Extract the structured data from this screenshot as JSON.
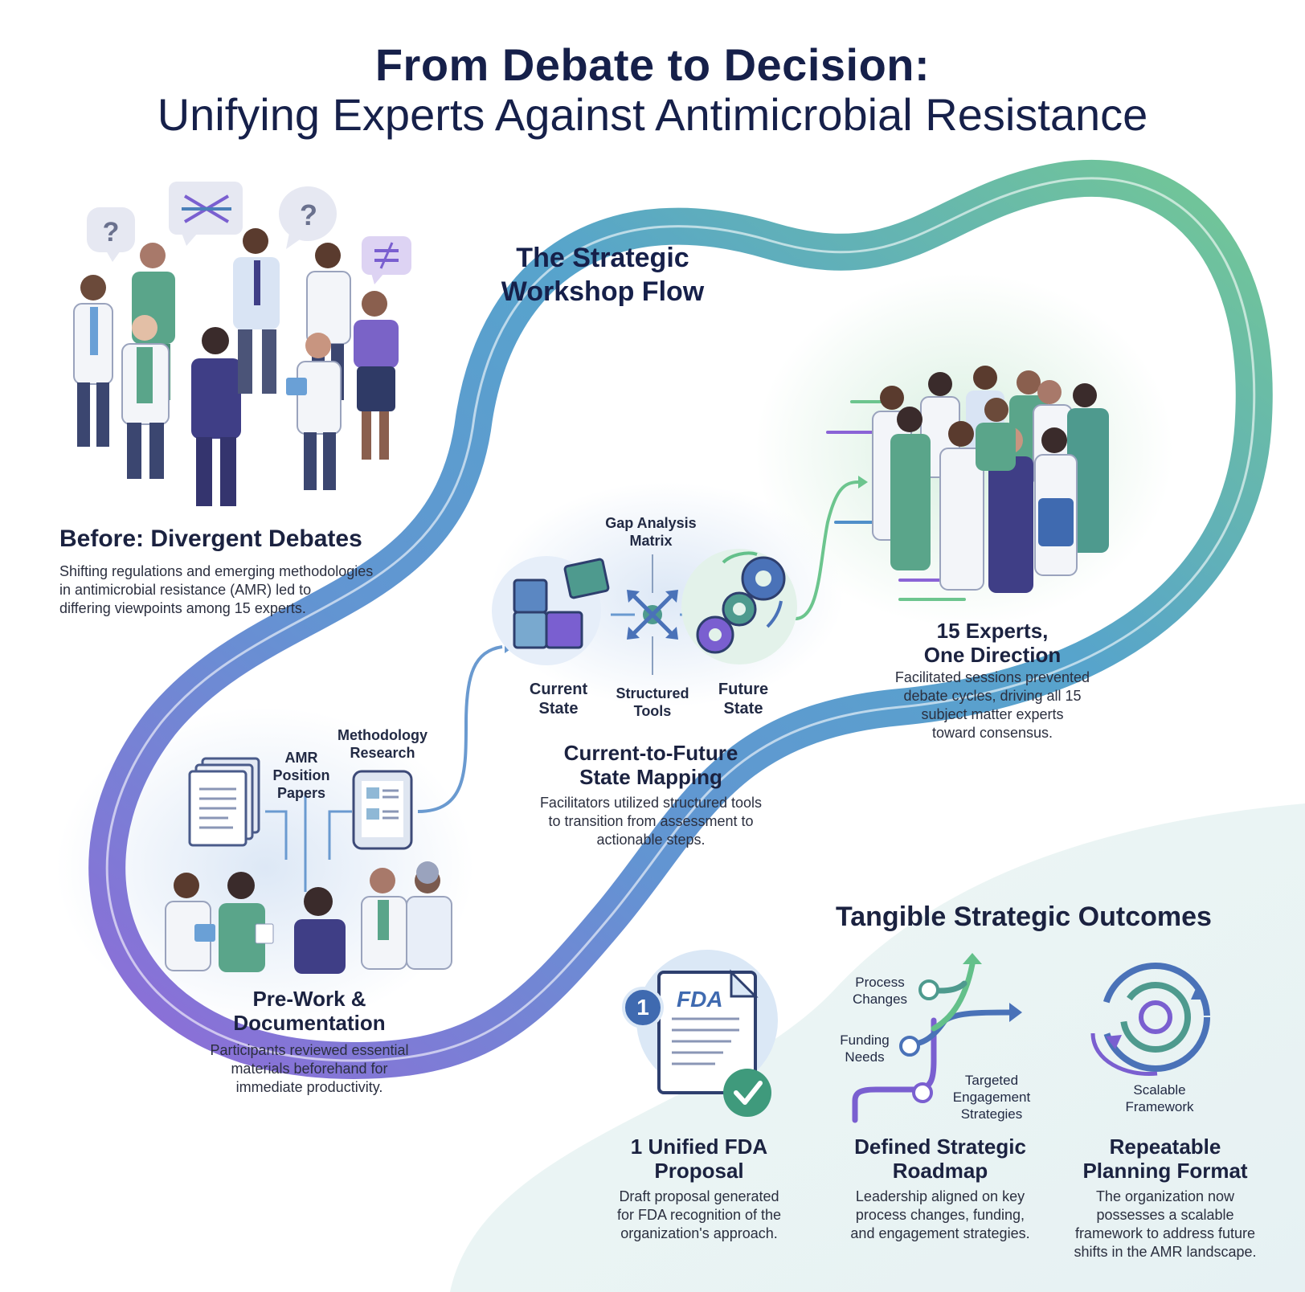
{
  "title": {
    "line1": "From Debate to Decision:",
    "line2": "Unifying Experts Against Antimicrobial Resistance"
  },
  "flow_label": {
    "line1": "The Strategic",
    "line2": "Workshop Flow"
  },
  "before": {
    "heading": "Before: Divergent Debates",
    "line1": "Shifting regulations and emerging methodologies",
    "line2": "in antimicrobial resistance (AMR) led to",
    "line3": "differing viewpoints among 15 experts.",
    "bubbles": [
      "?",
      "?",
      "≠"
    ]
  },
  "prework": {
    "label_papers_1": "AMR",
    "label_papers_2": "Position",
    "label_papers_3": "Papers",
    "label_research_1": "Methodology",
    "label_research_2": "Research",
    "heading_1": "Pre-Work &",
    "heading_2": "Documentation",
    "line1": "Participants reviewed essential",
    "line2": "materials beforehand for",
    "line3": "immediate productivity."
  },
  "mapping": {
    "gap_1": "Gap Analysis",
    "gap_2": "Matrix",
    "current_1": "Current",
    "current_2": "State",
    "tools_1": "Structured",
    "tools_2": "Tools",
    "future_1": "Future",
    "future_2": "State",
    "heading_1": "Current-to-Future",
    "heading_2": "State Mapping",
    "line1": "Facilitators utilized structured tools",
    "line2": "to transition from assessment to",
    "line3": "actionable steps."
  },
  "experts": {
    "heading_1": "15 Experts,",
    "heading_2": "One Direction",
    "line1": "Facilitated sessions prevented",
    "line2": "debate cycles, driving all 15",
    "line3": "subject matter experts",
    "line4": "toward consensus."
  },
  "outcomes": {
    "heading": "Tangible Strategic Outcomes",
    "fda": {
      "badge": "1",
      "doc_label": "FDA",
      "heading_1": "1 Unified FDA",
      "heading_2": "Proposal",
      "line1": "Draft proposal generated",
      "line2": "for FDA recognition of the",
      "line3": "organization's approach."
    },
    "roadmap": {
      "process_1": "Process",
      "process_2": "Changes",
      "funding_1": "Funding",
      "funding_2": "Needs",
      "targeted_1": "Targeted",
      "targeted_2": "Engagement",
      "targeted_3": "Strategies",
      "heading_1": "Defined Strategic",
      "heading_2": "Roadmap",
      "line1": "Leadership aligned on key",
      "line2": "process changes, funding,",
      "line3": "and engagement strategies."
    },
    "framework": {
      "label_1": "Scalable",
      "label_2": "Framework",
      "heading_1": "Repeatable",
      "heading_2": "Planning Format",
      "line1": "The organization now",
      "line2": "possesses a scalable",
      "line3": "framework to address future",
      "line4": "shifts in the AMR landscape."
    }
  },
  "colors": {
    "navy": "#16204a",
    "purple": "#7a5fd0",
    "blue": "#4f8fc9",
    "green": "#63c08a",
    "teal": "#3f8f9a"
  }
}
